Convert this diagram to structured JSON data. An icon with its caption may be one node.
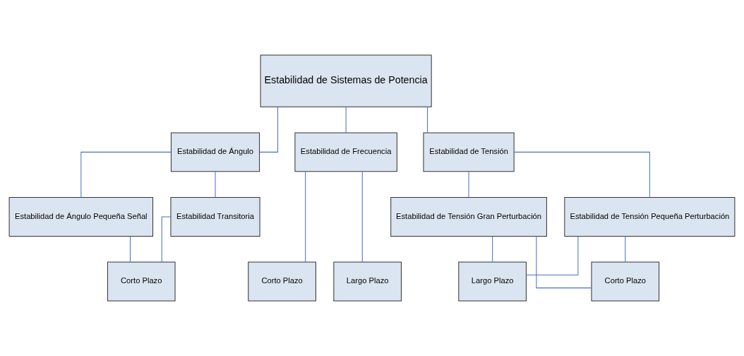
{
  "diagram": {
    "nodes": [
      {
        "text": [
          "Estabilidad de Sistemas de Potencia"
        ]
      },
      {
        "text": [
          "Estabilidad de Ángulo"
        ]
      },
      {
        "text": [
          "Estabilidad de Frecuencia"
        ]
      },
      {
        "text": [
          "Estabilidad de Tensión"
        ]
      },
      {
        "text": [
          "Estabilidad de Ángulo Pequeña Señal"
        ]
      },
      {
        "text": [
          "Estabilidad Transitoria"
        ]
      },
      {
        "text": [
          "Estabilidad de Tensión Gran Perturbación"
        ]
      },
      {
        "text": [
          "Estabilidad de Tensión Pequeña Perturbación"
        ]
      },
      {
        "text": [
          "Corto Plazo"
        ]
      },
      {
        "text": [
          "Corto Plazo"
        ]
      },
      {
        "text": [
          "Largo Plazo"
        ]
      },
      {
        "text": [
          "Corto Plazo"
        ]
      },
      {
        "text": [
          "Largo Plazo"
        ]
      }
    ],
    "edges": [
      {
        "from": 0,
        "to": 1,
        "arrow": "none"
      },
      {
        "from": 0,
        "to": 2,
        "arrow": "none"
      },
      {
        "from": 0,
        "to": 3,
        "arrow": "none"
      },
      {
        "from": 1,
        "to": 4,
        "arrow": "none"
      },
      {
        "from": 1,
        "to": 5,
        "arrow": "none"
      },
      {
        "from": 3,
        "to": 6,
        "arrow": "none"
      },
      {
        "from": 3,
        "to": 7,
        "arrow": "none"
      },
      {
        "from": 4,
        "to": 8,
        "arrow": "none"
      },
      {
        "from": 5,
        "to": 8,
        "arrow": "none"
      },
      {
        "from": 2,
        "to": 9,
        "arrow": "none"
      },
      {
        "from": 2,
        "to": 10,
        "arrow": "none"
      },
      {
        "from": 6,
        "to": 11,
        "arrow": "none"
      },
      {
        "from": 7,
        "to": 11,
        "arrow": "none"
      },
      {
        "from": 6,
        "to": 12,
        "arrow": "none"
      },
      {
        "from": 7,
        "to": 12,
        "arrow": "none"
      }
    ]
  }
}
